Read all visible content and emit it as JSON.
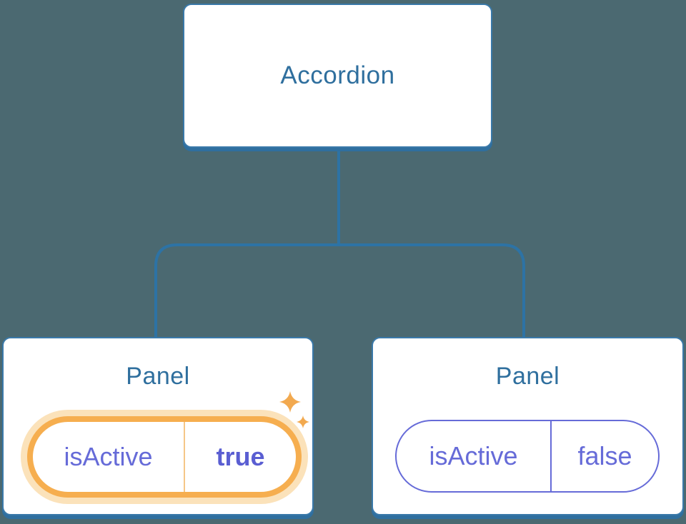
{
  "diagram": {
    "root": {
      "label": "Accordion"
    },
    "panels": [
      {
        "title": "Panel",
        "state_key": "isActive",
        "state_value": "true",
        "highlighted": true
      },
      {
        "title": "Panel",
        "state_key": "isActive",
        "state_value": "false",
        "highlighted": false
      }
    ]
  },
  "icons": {
    "sparkles": "sparkles-icon"
  },
  "colors": {
    "background": "#4b6971",
    "node_fill": "#ffffff",
    "node_border": "#3a79a9",
    "node_bottom_edge": "#2f6f9f",
    "node_text": "#2f6f9e",
    "connector": "#2d73a5",
    "state_text": "#666bd8",
    "state_value_active_text": "#5a5ed2",
    "state_pill_border": "#666bd8",
    "highlight_border": "#f6ae4f",
    "highlight_halo": "#fbe2ba",
    "highlight_divider": "#f5c788",
    "sparkle": "#f2a94f"
  }
}
